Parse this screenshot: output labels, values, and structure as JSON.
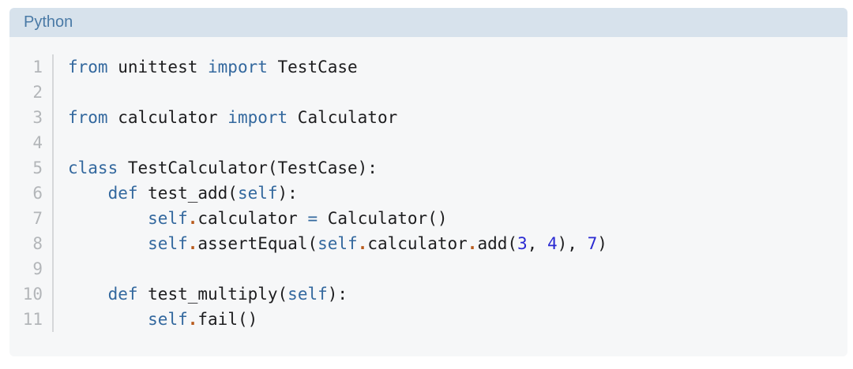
{
  "header": {
    "title": "Python"
  },
  "colors": {
    "header_bg": "#d7e2ec",
    "header_text": "#4a7aa6",
    "code_bg": "#f6f7f8",
    "keyword": "#33689e",
    "number": "#2a2ad2",
    "punctuation": "#b85a1c",
    "plain": "#1d1d1f",
    "line_number": "#b3b6b9",
    "gutter_border": "#d5d7d9",
    "page_bg": "#ffffff"
  },
  "code": {
    "language": "Python",
    "lines": [
      {
        "num": "1",
        "tokens": [
          {
            "text": "from",
            "type": "keyword"
          },
          {
            "text": " unittest ",
            "type": "plain"
          },
          {
            "text": "import",
            "type": "keyword"
          },
          {
            "text": " TestCase",
            "type": "plain"
          }
        ]
      },
      {
        "num": "2",
        "tokens": []
      },
      {
        "num": "3",
        "tokens": [
          {
            "text": "from",
            "type": "keyword"
          },
          {
            "text": " calculator ",
            "type": "plain"
          },
          {
            "text": "import",
            "type": "keyword"
          },
          {
            "text": " Calculator",
            "type": "plain"
          }
        ]
      },
      {
        "num": "4",
        "tokens": []
      },
      {
        "num": "5",
        "tokens": [
          {
            "text": "class",
            "type": "keyword"
          },
          {
            "text": " TestCalculator(TestCase):",
            "type": "plain"
          }
        ]
      },
      {
        "num": "6",
        "tokens": [
          {
            "text": "    ",
            "type": "plain"
          },
          {
            "text": "def",
            "type": "keyword"
          },
          {
            "text": " test_add(",
            "type": "plain"
          },
          {
            "text": "self",
            "type": "keyword"
          },
          {
            "text": "):",
            "type": "plain"
          }
        ]
      },
      {
        "num": "7",
        "tokens": [
          {
            "text": "        ",
            "type": "plain"
          },
          {
            "text": "self",
            "type": "keyword"
          },
          {
            "text": ".",
            "type": "punctuation"
          },
          {
            "text": "calculator ",
            "type": "plain"
          },
          {
            "text": "=",
            "type": "keyword"
          },
          {
            "text": " Calculator()",
            "type": "plain"
          }
        ]
      },
      {
        "num": "8",
        "tokens": [
          {
            "text": "        ",
            "type": "plain"
          },
          {
            "text": "self",
            "type": "keyword"
          },
          {
            "text": ".",
            "type": "punctuation"
          },
          {
            "text": "assertEqual(",
            "type": "plain"
          },
          {
            "text": "self",
            "type": "keyword"
          },
          {
            "text": ".",
            "type": "punctuation"
          },
          {
            "text": "calculator",
            "type": "plain"
          },
          {
            "text": ".",
            "type": "punctuation"
          },
          {
            "text": "add(",
            "type": "plain"
          },
          {
            "text": "3",
            "type": "number"
          },
          {
            "text": ", ",
            "type": "plain"
          },
          {
            "text": "4",
            "type": "number"
          },
          {
            "text": "), ",
            "type": "plain"
          },
          {
            "text": "7",
            "type": "number"
          },
          {
            "text": ")",
            "type": "plain"
          }
        ]
      },
      {
        "num": "9",
        "tokens": []
      },
      {
        "num": "10",
        "tokens": [
          {
            "text": "    ",
            "type": "plain"
          },
          {
            "text": "def",
            "type": "keyword"
          },
          {
            "text": " test_multiply(",
            "type": "plain"
          },
          {
            "text": "self",
            "type": "keyword"
          },
          {
            "text": "):",
            "type": "plain"
          }
        ]
      },
      {
        "num": "11",
        "tokens": [
          {
            "text": "        ",
            "type": "plain"
          },
          {
            "text": "self",
            "type": "keyword"
          },
          {
            "text": ".",
            "type": "punctuation"
          },
          {
            "text": "fail()",
            "type": "plain"
          }
        ]
      }
    ]
  }
}
